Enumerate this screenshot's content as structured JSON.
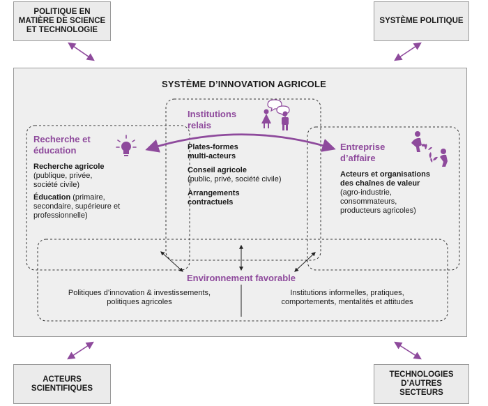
{
  "corners": {
    "top_left": "POLITIQUE EN\nMATIÈRE DE SCIENCE\nET TECHNOLOGIE",
    "top_right": "SYSTÈME POLITIQUE",
    "bottom_left": "ACTEURS\nSCIENTIFIQUES",
    "bottom_right": "TECHNOLOGIES\nD’AUTRES\nSECTEURS"
  },
  "main_title": "SYSTÈME D’INNOVATION AGRICOLE",
  "research": {
    "title_1": "Recherche et",
    "title_2": "éducation",
    "item1_bold": "Recherche agricole",
    "item1_detail": "(publique, privée,\nsociété civile)",
    "item2_bold": "Éducation",
    "item2_detail": " (primaire,\nsecondaire, supérieure et\nprofessionnelle)"
  },
  "relay": {
    "title_1": "Institutions",
    "title_2": "relais",
    "item1": "Plates-formes\nmulti-acteurs",
    "item2_bold": "Conseil agricole",
    "item2_detail": "(public, privé, société civile)",
    "item3": "Arrangements\ncontractuels"
  },
  "business": {
    "title_1": "Entreprise",
    "title_2": "d’affaire",
    "item_bold": "Acteurs et organisations\ndes chaînes de valeur",
    "item_detail": "(agro-industrie,\nconsommateurs,\nproducteurs agricoles)"
  },
  "enabling": {
    "title": "Environnement favorable",
    "left": "Politiques d’innovation & investissements,\npolitiques agricoles",
    "right": "Institutions informelles, pratiques,\ncomportements, mentalités et attitudes"
  },
  "colors": {
    "accent": "#8e4a9c",
    "box_bg": "#ebebeb",
    "main_bg": "#efefef"
  },
  "icons": [
    "lightbulb-icon",
    "people-conversation-icon",
    "farmers-icon"
  ]
}
